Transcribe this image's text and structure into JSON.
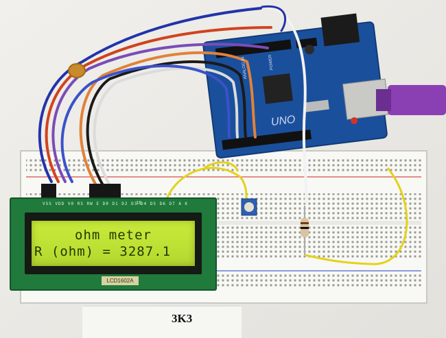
{
  "lcd": {
    "pin_labels": "VSS VDD V0 RS RW E D0 D1 D2 D3 D4 D5 D6 D7 A K",
    "line1": "ohm meter",
    "line2": "R (ohm) = 3287.1",
    "pin_number": "16",
    "part_number": "LCD1602A"
  },
  "arduino": {
    "board_label": "UNO",
    "header_power": "POWER",
    "header_analog": "ANALOG IN"
  },
  "resistor_tag": "3K3",
  "colors": {
    "board_blue": "#1a4f9c",
    "lcd_backlight": "#c3e236",
    "pcb_green": "#1f7a3b",
    "wire_yellow": "#e4d21a",
    "usb_purple": "#8a3fb3"
  }
}
